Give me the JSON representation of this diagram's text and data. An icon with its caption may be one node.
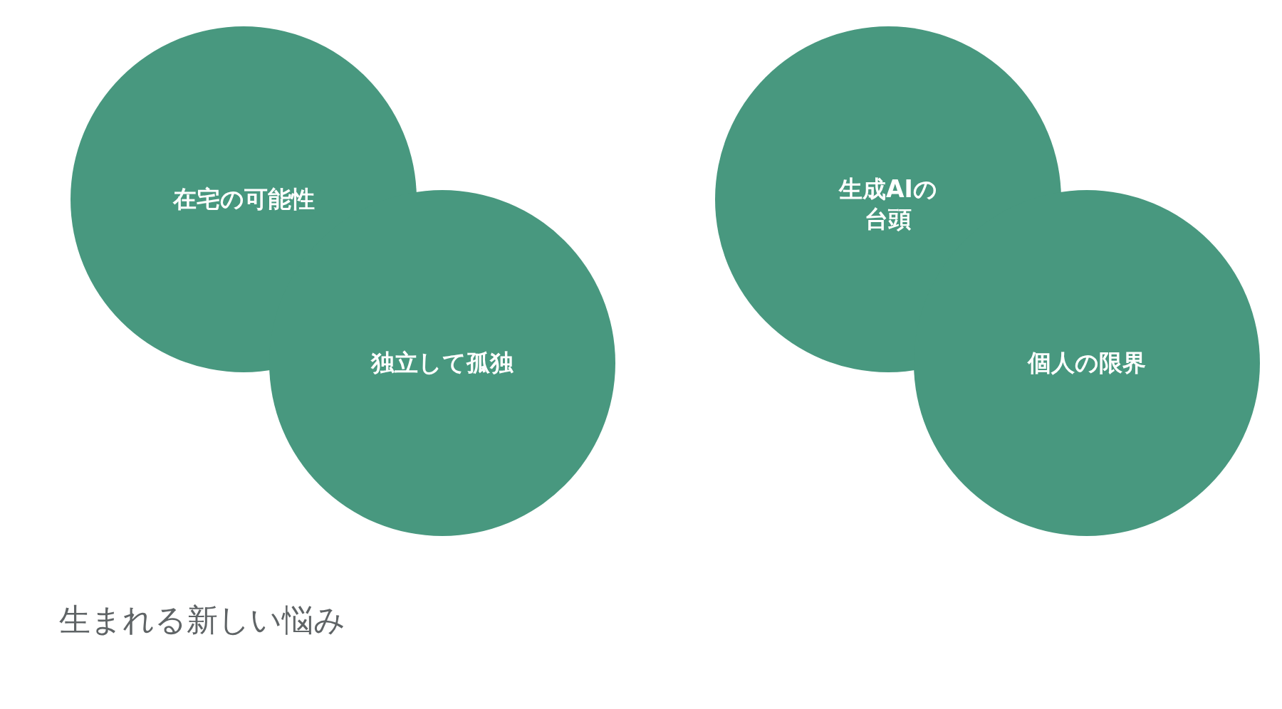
{
  "diagram": {
    "title": "生まれる新しい悩み",
    "nodes": [
      {
        "text": [
          "在宅の可能性"
        ]
      },
      {
        "text": [
          "独立して孤独"
        ]
      },
      {
        "text": [
          "生成AIの台頭"
        ]
      },
      {
        "text": [
          "個人の限界"
        ]
      }
    ]
  }
}
